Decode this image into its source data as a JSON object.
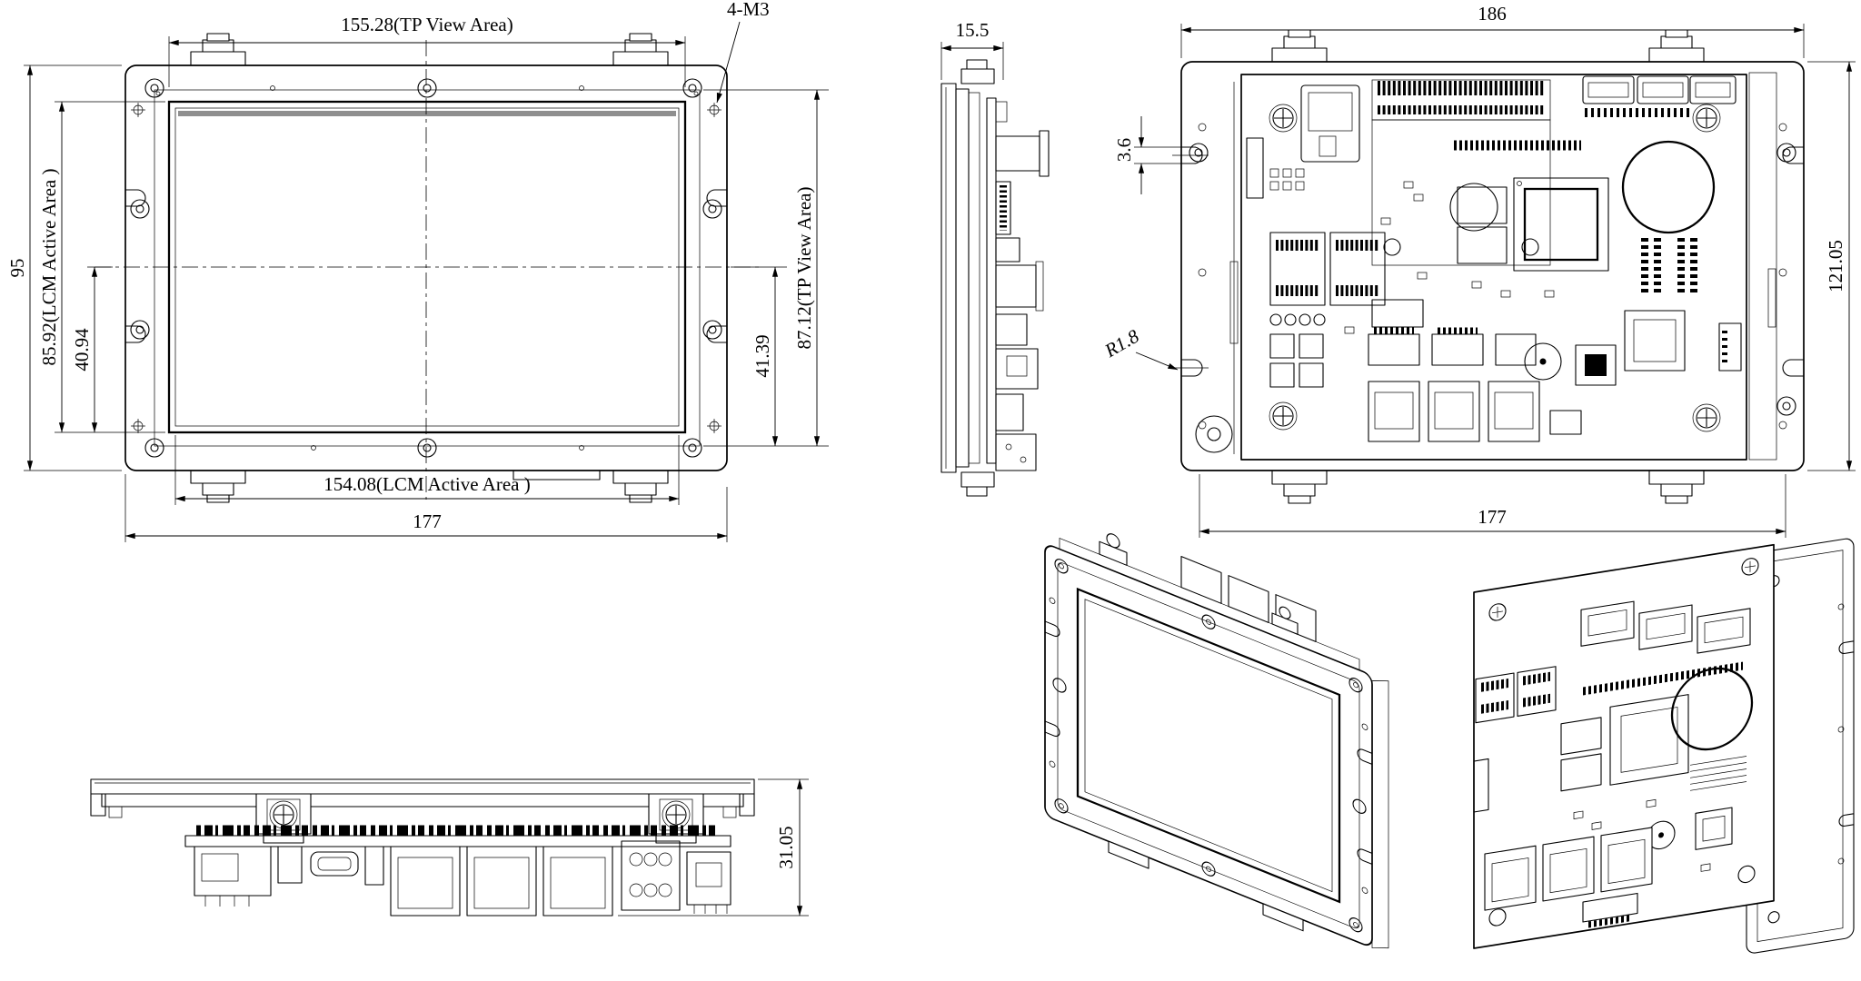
{
  "colors": {
    "background": "#ffffff",
    "line": "#000000"
  },
  "views": {
    "front": {
      "dim_tp_width": "155.28(TP View Area)",
      "dim_holes": "4-M3",
      "dim_overall_height": "95",
      "dim_lcm_height": "85.92(LCM Active Area )",
      "dim_lcm_half_height": "40.94",
      "dim_tp_half_height": "41.39",
      "dim_tp_height": "87.12(TP View Area)",
      "dim_lcm_width": "154.08(LCM Active Area )",
      "dim_overall_width": "177"
    },
    "side": {
      "dim_thickness": "15.5"
    },
    "back": {
      "dim_overall_width": "186",
      "dim_notch_width": "3.6",
      "dim_notch_radius": "R1.8",
      "dim_overall_height": "121.05",
      "dim_mount_span": "177"
    },
    "bottom": {
      "dim_overall_depth": "31.05"
    }
  }
}
